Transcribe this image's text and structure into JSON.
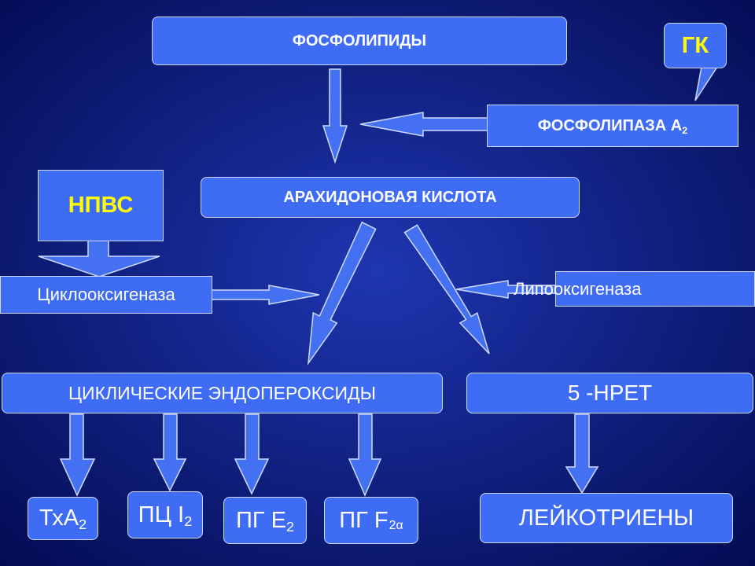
{
  "colors": {
    "background_center": "#1e36b0",
    "background_edge": "#020a4e",
    "box_fill": "#3f6cf4",
    "box_border": "#cfd9ff",
    "arrow_fill": "#4471f2",
    "text": "#ffffff",
    "highlight_text": "#ffff00"
  },
  "nodes": {
    "phospholipids": "ФОСФОЛИПИДЫ",
    "gk": "ГК",
    "phospholipase": {
      "main": "ФОСФОЛИПАЗА А",
      "sub": "2"
    },
    "nsaid": "НПВС",
    "arachidonic_acid": "АРАХИДОНОВАЯ КИСЛОТА",
    "cyclooxygenase": "Циклооксигеназа",
    "lipoxygenase": "Липооксигеназа",
    "cyclic_endoperoxides": "ЦИКЛИЧЕСКИЕ ЭНДОПЕРОКСИДЫ",
    "hpete": "5 -НРЕТ",
    "txa2": {
      "main": "ТхА",
      "sub": "2"
    },
    "pgi2": {
      "main": "ПЦ I",
      "sub": "2"
    },
    "pge2": {
      "main": "ПГ Е",
      "sub": "2"
    },
    "pgf2a": {
      "main": "ПГ F",
      "sub": "2α"
    },
    "leukotrienes": "ЛЕЙКОТРИЕНЫ"
  }
}
